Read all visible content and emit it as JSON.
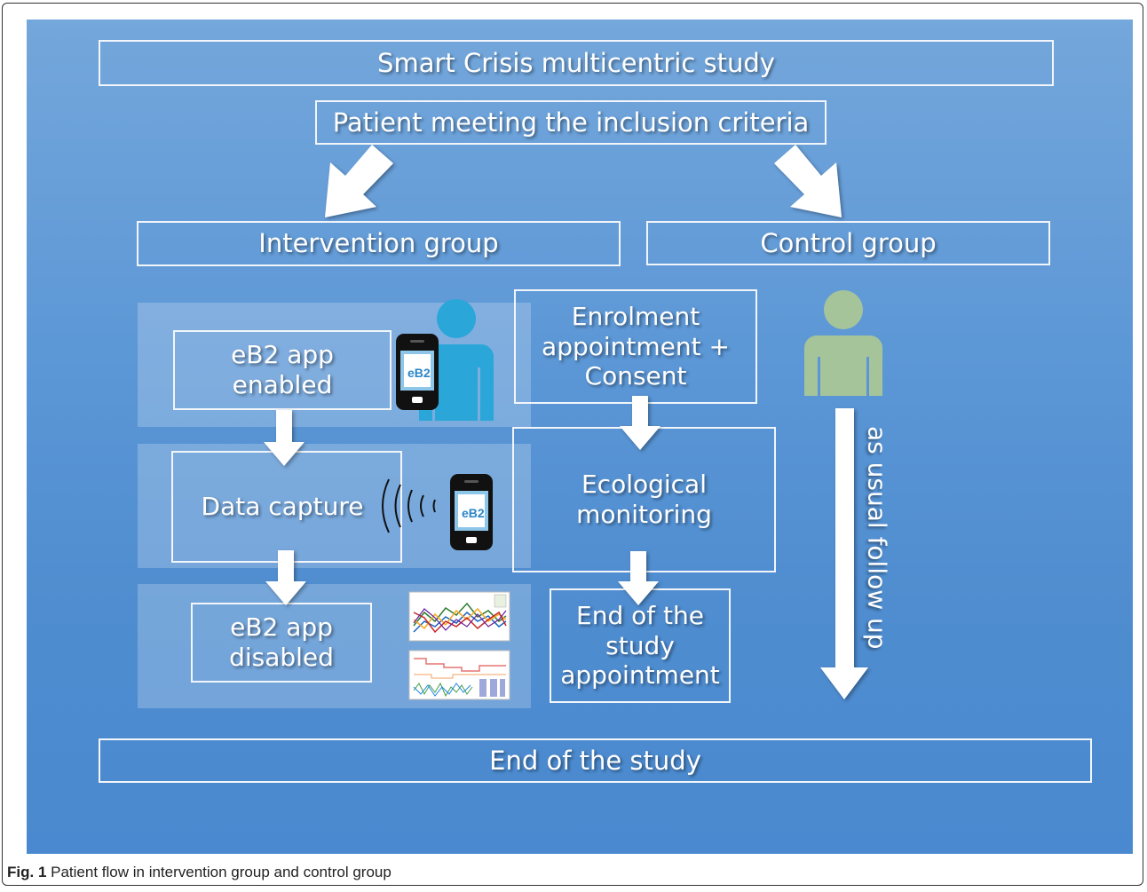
{
  "title": "Smart Crisis multicentric study",
  "inclusion": "Patient meeting the inclusion criteria",
  "groups": {
    "intervention": "Intervention group",
    "control": "Control group"
  },
  "intervention_steps": {
    "enabled": "eB2 app enabled",
    "capture": "Data capture",
    "disabled": "eB2 app disabled"
  },
  "center_steps": {
    "enrolment": "Enrolment appointment + Consent",
    "monitoring": "Ecological monitoring",
    "end_appointment": "End of the study appointment"
  },
  "control_label": "as usual follow up",
  "end": "End of the study",
  "app_logo": "eB2",
  "caption": {
    "label": "Fig. 1",
    "text": " Patient flow in intervention group and control group"
  },
  "colors": {
    "background_top": "#74a7db",
    "background_bottom": "#4a89cf",
    "person_intervention": "#2aa6d8",
    "person_control": "#a6c49a",
    "arrow": "#ffffff"
  }
}
